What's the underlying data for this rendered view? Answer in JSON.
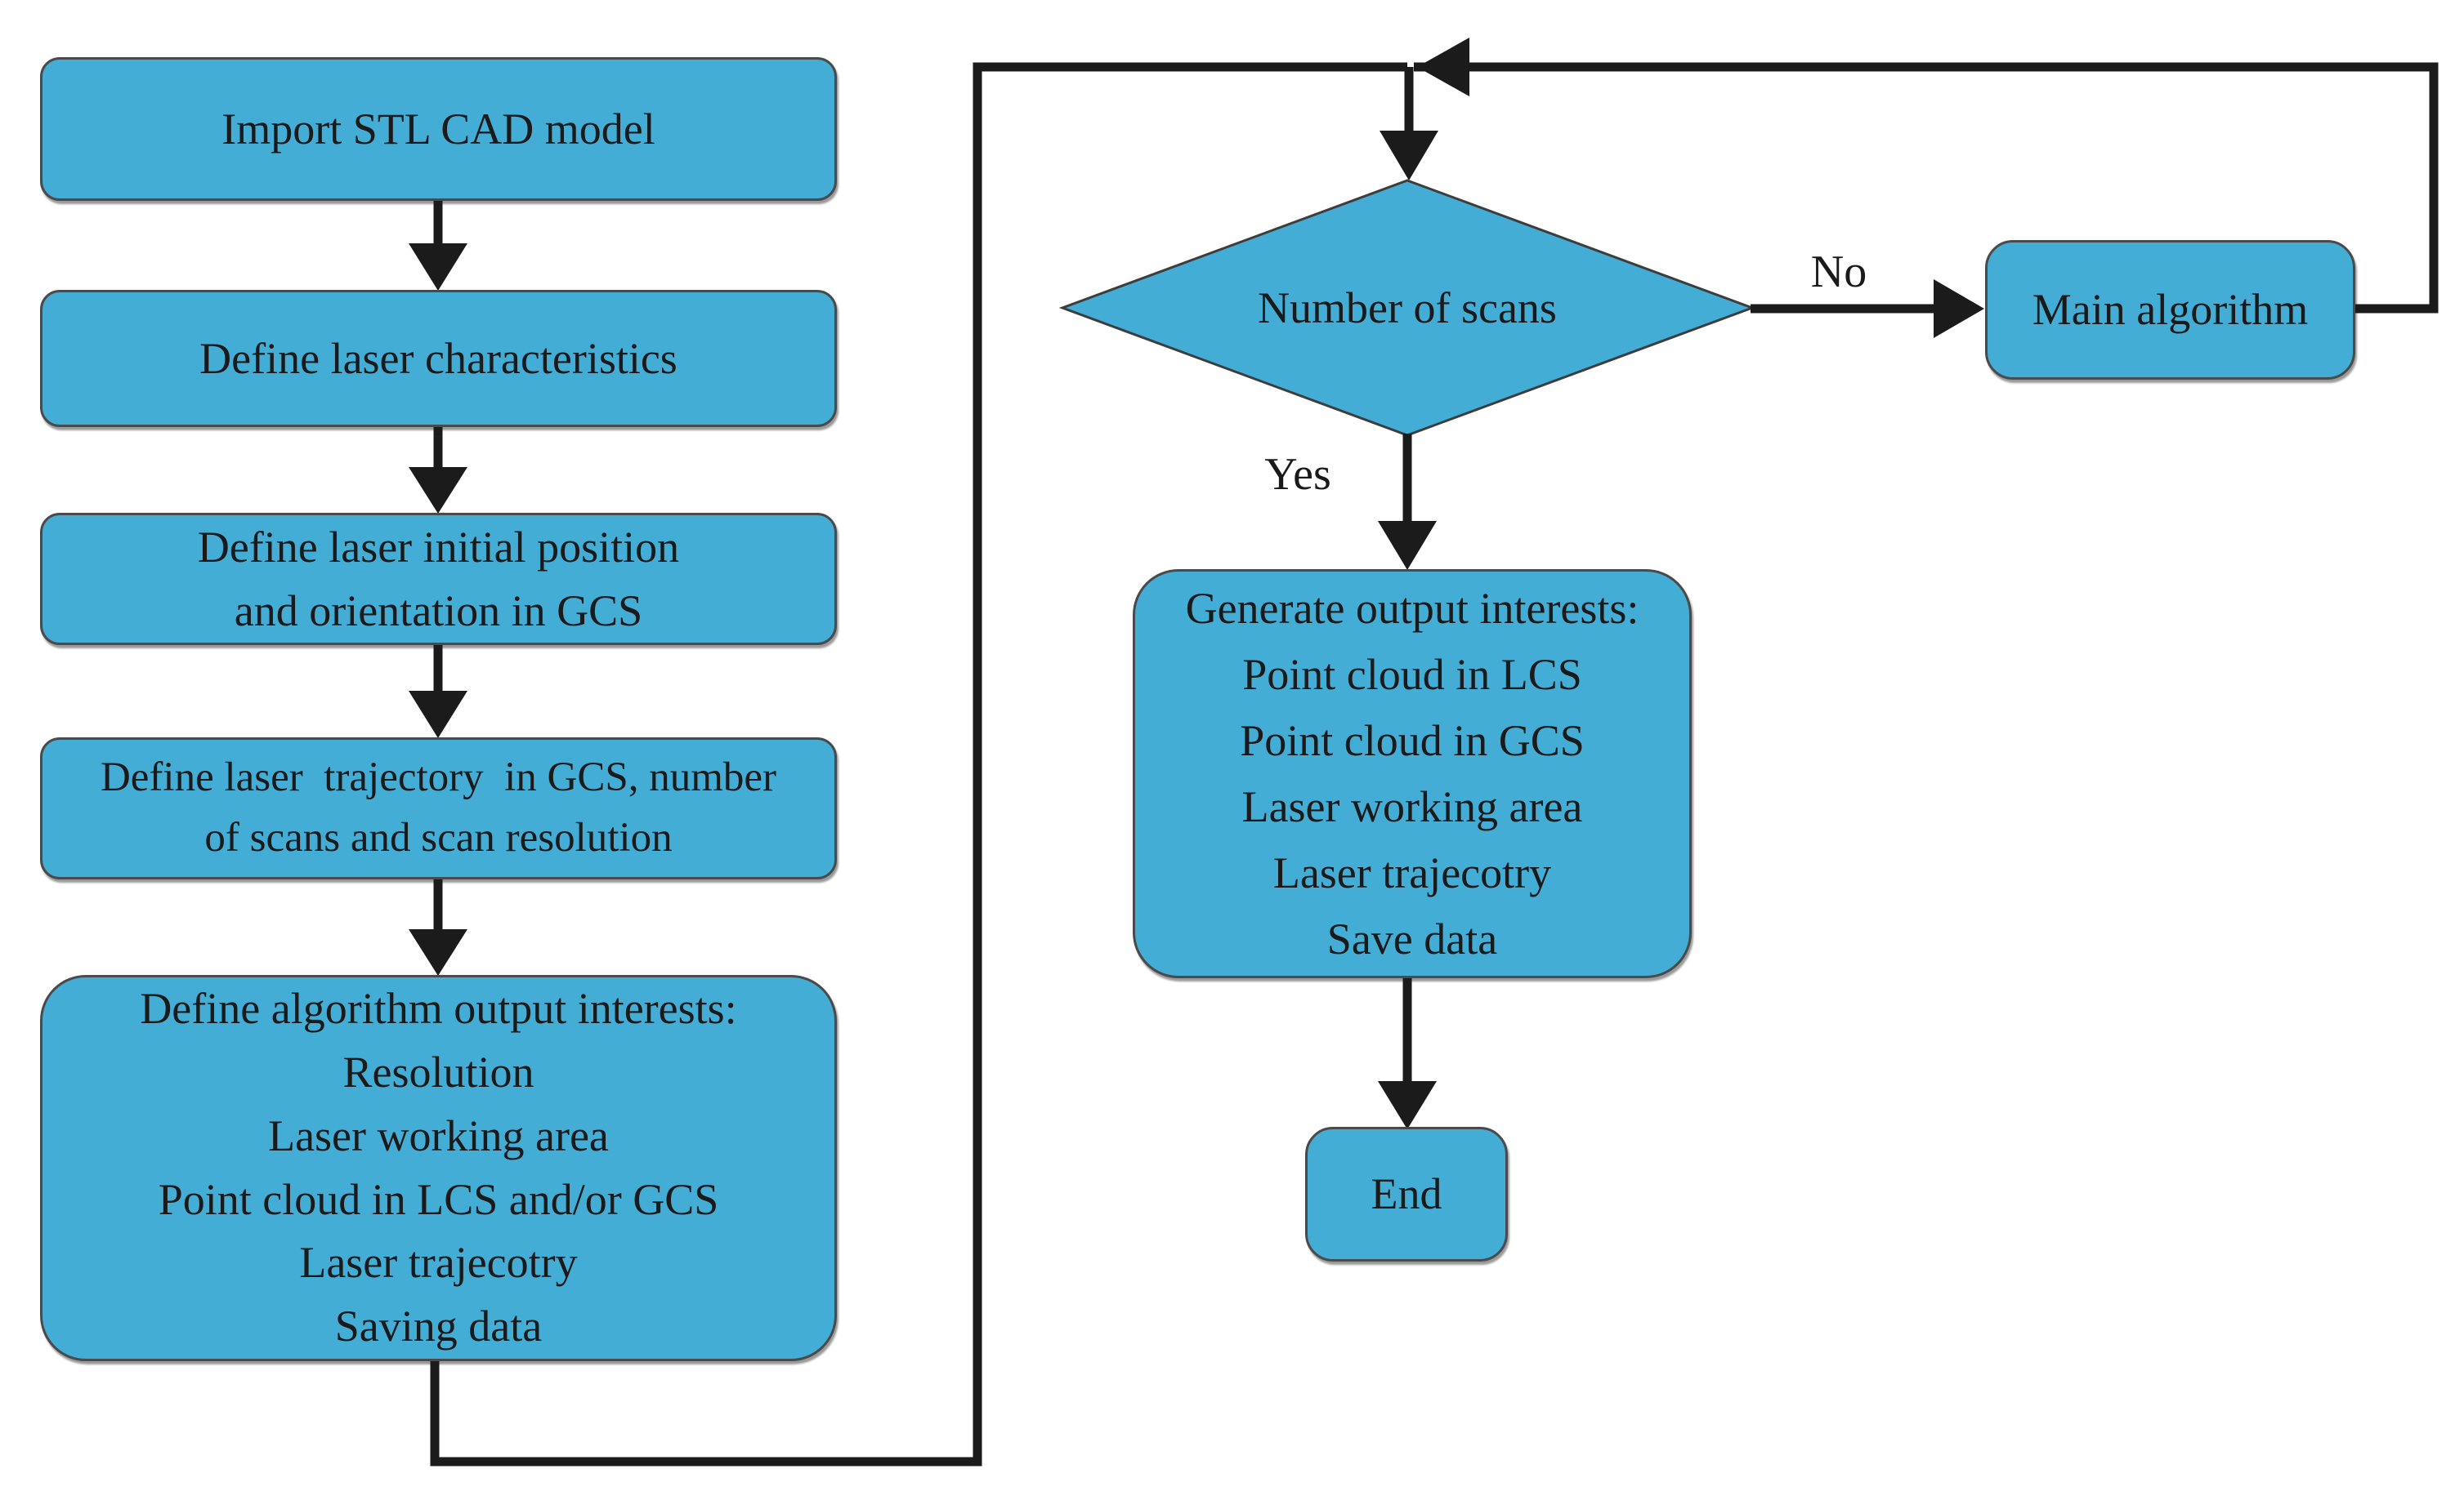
{
  "flowchart": {
    "colors": {
      "node_fill": "#44ADD6",
      "node_border": "#4a4a4a",
      "line": "#1b1b1b",
      "text": "#1a1a1a",
      "background": "#ffffff"
    },
    "nodes": {
      "import": {
        "label": "Import STL CAD model"
      },
      "characteristics": {
        "label": "Define laser characteristics"
      },
      "initial": {
        "lines": [
          "Define laser initial position",
          "and orientation in GCS"
        ]
      },
      "trajectory": {
        "lines": [
          "Define laser  trajectory  in GCS, number",
          "of scans and scan resolution"
        ]
      },
      "outputs": {
        "lines": [
          "Define algorithm output interests:",
          "Resolution",
          "Laser working area",
          "Point cloud in LCS and/or GCS",
          "Laser trajecotry",
          "Saving data"
        ]
      },
      "decision": {
        "label": "Number of scans"
      },
      "main_algorithm": {
        "label": "Main algorithm"
      },
      "generate": {
        "lines": [
          "Generate output interests:",
          "Point cloud in LCS",
          "Point cloud in GCS",
          "Laser working area",
          "Laser trajecotry",
          "Save data"
        ]
      },
      "end": {
        "label": "End"
      }
    },
    "edge_labels": {
      "no": "No",
      "yes": "Yes"
    }
  }
}
